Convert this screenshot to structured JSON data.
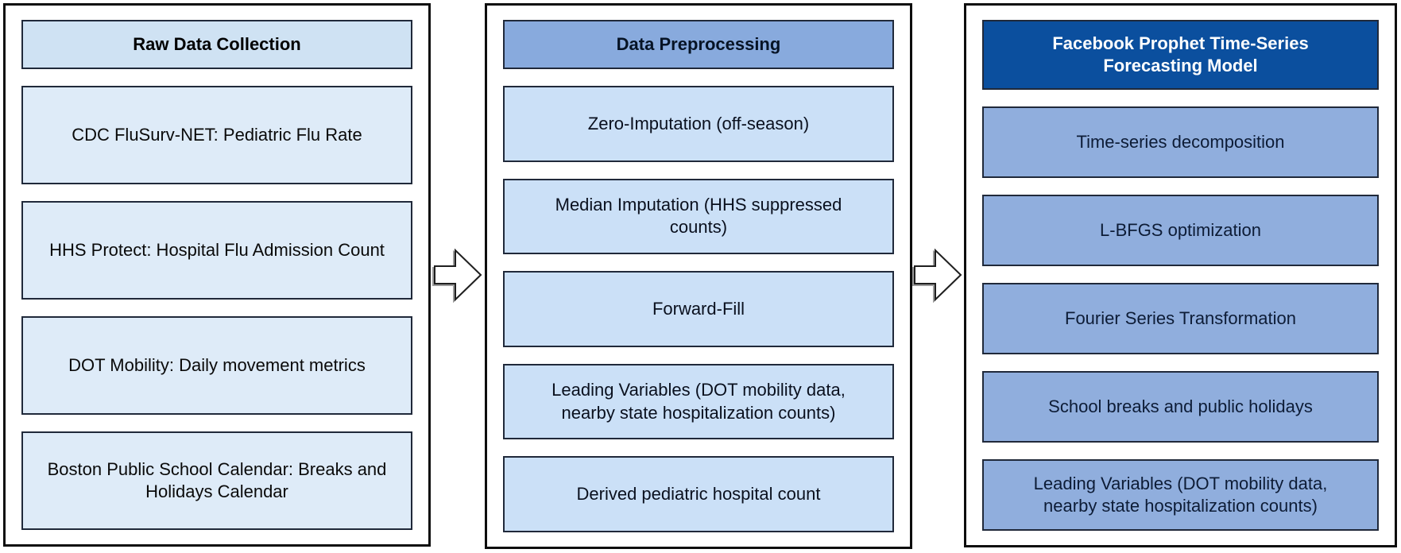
{
  "columns": [
    {
      "id": "raw-data-collection",
      "header": "Raw Data Collection",
      "header_bg": "#cfe2f3",
      "header_text_color": "#000000",
      "box_bg": "#deebf8",
      "box_text_color": "#0a0a0a",
      "boxes": [
        "CDC FluSurv-NET: Pediatric Flu Rate",
        "HHS Protect: Hospital Flu Admission Count",
        "DOT Mobility: Daily movement metrics",
        "Boston Public School Calendar: Breaks and\nHolidays Calendar"
      ]
    },
    {
      "id": "data-preprocessing",
      "header": "Data Preprocessing",
      "header_bg": "#88aadd",
      "header_text_color": "#061325",
      "box_bg": "#cbe0f7",
      "box_text_color": "#0a101e",
      "boxes": [
        "Zero-Imputation (off-season)",
        "Median Imputation (HHS suppressed\ncounts)",
        "Forward-Fill",
        "Leading Variables (DOT mobility data,\nnearby state hospitalization counts)",
        "Derived pediatric hospital count"
      ]
    },
    {
      "id": "prophet-forecasting-model",
      "header": "Facebook Prophet Time-Series\nForecasting Model",
      "header_bg": "#0b4f9e",
      "header_text_color": "#ffffff",
      "box_bg": "#90aedd",
      "box_text_color": "#0d1c36",
      "boxes": [
        "Time-series decomposition",
        "L-BFGS optimization",
        "Fourier Series Transformation",
        "School breaks and public holidays",
        "Leading Variables (DOT mobility data,\nnearby state hospitalization counts)"
      ]
    }
  ],
  "arrows": {
    "icon": "right-block-arrow",
    "fill": "#ffffff",
    "stroke": "#1f1f1f",
    "count": 2
  }
}
